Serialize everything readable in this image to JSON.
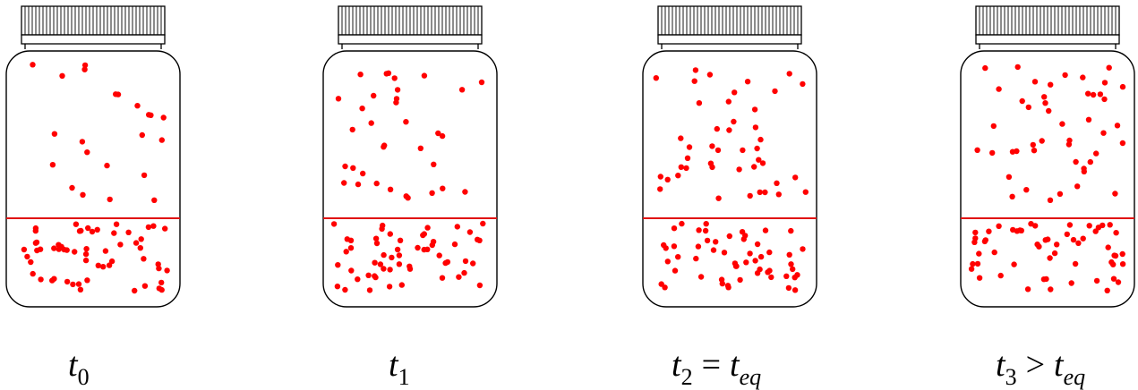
{
  "colors": {
    "particle": "#ff0000",
    "interface": "#e01010",
    "outline": "#000000",
    "background": "#ffffff"
  },
  "jars": [
    {
      "id": "t0",
      "label": {
        "base": "t",
        "sub": "0",
        "op": "",
        "rhs_base": "",
        "rhs_sub": ""
      }
    },
    {
      "id": "t1",
      "label": {
        "base": "t",
        "sub": "1",
        "op": "",
        "rhs_base": "",
        "rhs_sub": ""
      }
    },
    {
      "id": "t2",
      "label": {
        "base": "t",
        "sub": "2",
        "op": "=",
        "rhs_base": "t",
        "rhs_sub": "eq"
      }
    },
    {
      "id": "t3",
      "label": {
        "base": "t",
        "sub": "3",
        "op": ">",
        "rhs_base": "t",
        "rhs_sub": "eq"
      }
    }
  ]
}
